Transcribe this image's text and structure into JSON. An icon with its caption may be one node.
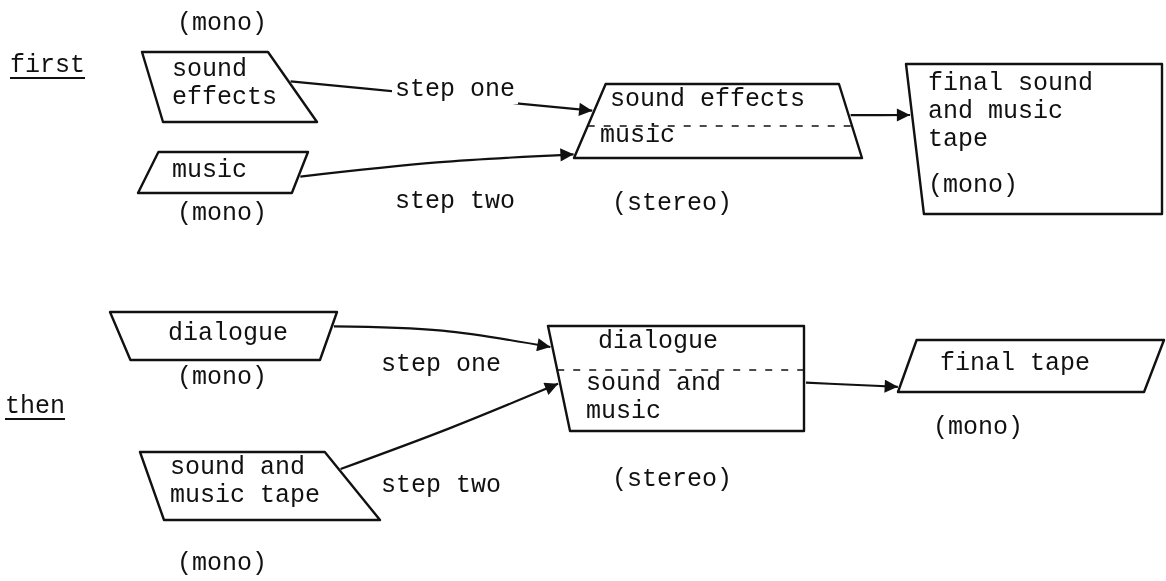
{
  "diagram": {
    "nodes": [
      {
        "text": [
          "sound effects"
        ],
        "beside": [
          "(mono)"
        ]
      },
      {
        "text": [
          "music"
        ],
        "beside": [
          "(mono)"
        ]
      },
      {
        "text": [
          "sound effects",
          "music"
        ],
        "beside": [
          "(stereo)"
        ]
      },
      {
        "text": [
          "final sound and music tape",
          "(mono)"
        ]
      },
      {
        "text": [
          "dialogue"
        ],
        "beside": [
          "(mono)"
        ]
      },
      {
        "text": [
          "sound and music tape"
        ],
        "beside": [
          "(mono)"
        ]
      },
      {
        "text": [
          "dialogue",
          "sound and music"
        ],
        "beside": [
          "(stereo)"
        ]
      },
      {
        "text": [
          "final tape"
        ],
        "beside": [
          "(mono)"
        ]
      }
    ],
    "edges": [
      {
        "from": 0,
        "to": 2,
        "arrow": "to",
        "label": "step one"
      },
      {
        "from": 1,
        "to": 2,
        "arrow": "to",
        "label": "step two"
      },
      {
        "from": 2,
        "to": 3,
        "arrow": "to"
      },
      {
        "from": 4,
        "to": 6,
        "arrow": "to",
        "label": "step one"
      },
      {
        "from": 5,
        "to": 6,
        "arrow": "to",
        "label": "step two"
      },
      {
        "from": 6,
        "to": 7,
        "arrow": "to"
      }
    ],
    "labels": [
      "first",
      "then"
    ]
  }
}
